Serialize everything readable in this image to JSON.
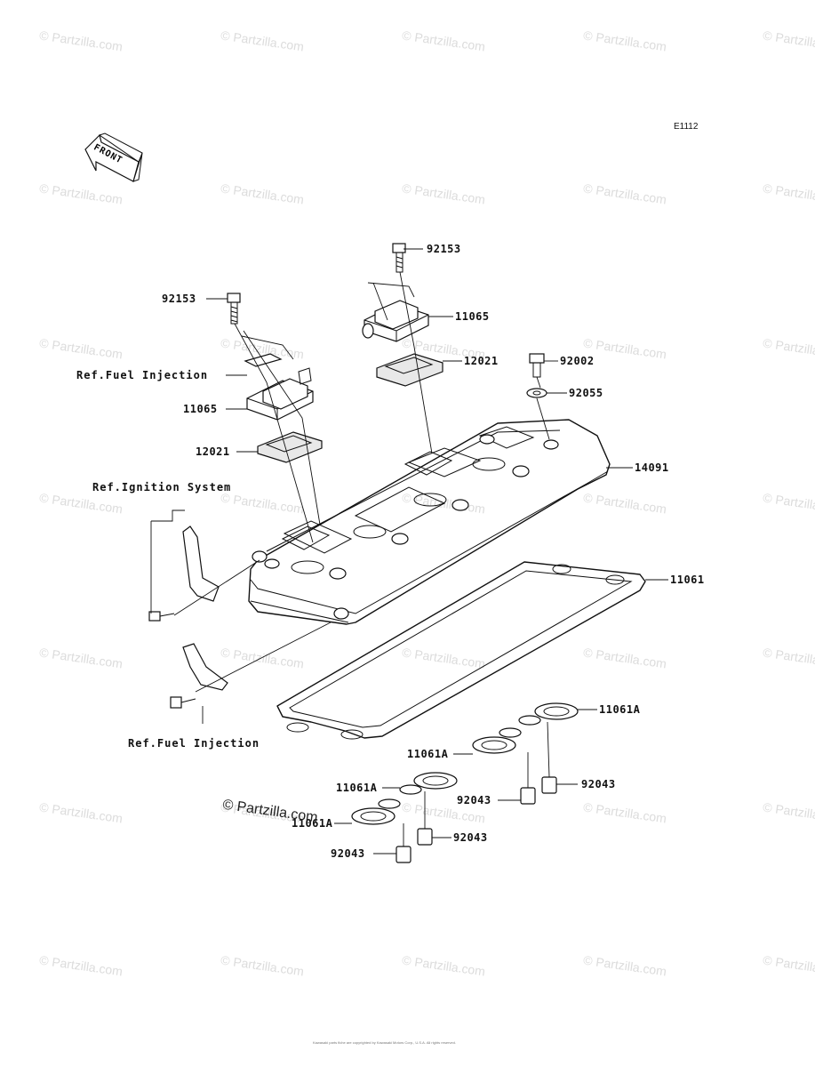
{
  "diagram": {
    "code": "E1112",
    "front_label": "FRONT",
    "watermark": "© Partzilla.com",
    "center_watermark": "© Partzilla.com",
    "copyright": "Kawasaki parts fiche are copyrighted by Kawasaki Motors Corp., U.S.A. All rights reserved.",
    "parts": {
      "p92153_a": "92153",
      "p92153_b": "92153",
      "p11065_a": "11065",
      "p11065_b": "11065",
      "p12021_a": "12021",
      "p12021_b": "12021",
      "p92002": "92002",
      "p92055": "92055",
      "p14091": "14091",
      "p11061": "11061",
      "p11061A_a": "11061A",
      "p11061A_b": "11061A",
      "p11061A_c": "11061A",
      "p11061A_d": "11061A",
      "p92043_a": "92043",
      "p92043_b": "92043",
      "p92043_c": "92043",
      "p92043_d": "92043"
    },
    "refs": {
      "fuel_injection_top": "Ref.Fuel Injection",
      "ignition_system": "Ref.Ignition System",
      "fuel_injection_bottom": "Ref.Fuel Injection"
    }
  }
}
